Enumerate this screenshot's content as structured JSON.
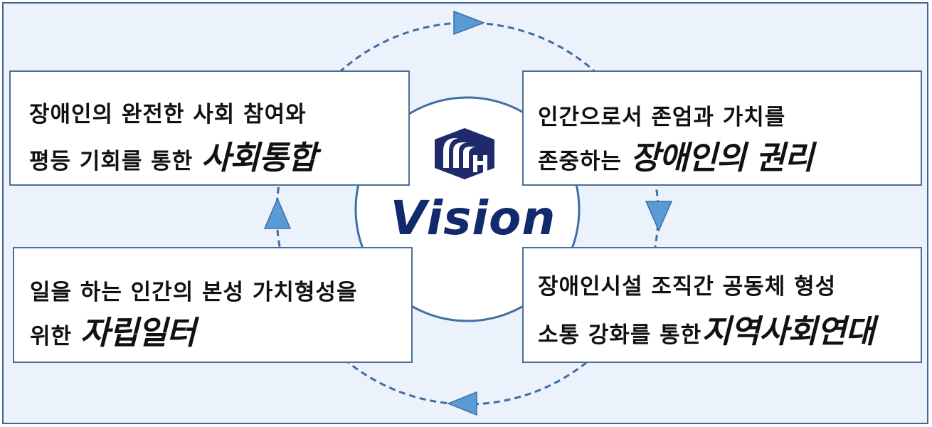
{
  "colors": {
    "background": "#ebf2fb",
    "border": "#3f6796",
    "cycle": "#3e6ea3",
    "arrow_fill": "#5b9bd5",
    "vision_text": "#112a6e",
    "logo": "#1f2a6b"
  },
  "center": {
    "title": "Vision",
    "logo_icon": "mh-logo-icon"
  },
  "boxes": {
    "top_left": {
      "line1": "장애인의 완전한 사회 참여와",
      "line2_prefix": "평등 기회를 통한 ",
      "emphasis": "사회통합"
    },
    "top_right": {
      "line1": "인간으로서 존엄과 가치를",
      "line2_prefix": "존중하는 ",
      "emphasis": "장애인의 권리"
    },
    "bottom_left": {
      "line1": "일을 하는 인간의 본성 가치형성을",
      "line2_prefix": "위한 ",
      "emphasis": "자립일터"
    },
    "bottom_right": {
      "line1": "장애인시설 조직간 공동체 형성",
      "line2_prefix": "소통 강화를 통한",
      "emphasis": "지역사회연대"
    }
  }
}
